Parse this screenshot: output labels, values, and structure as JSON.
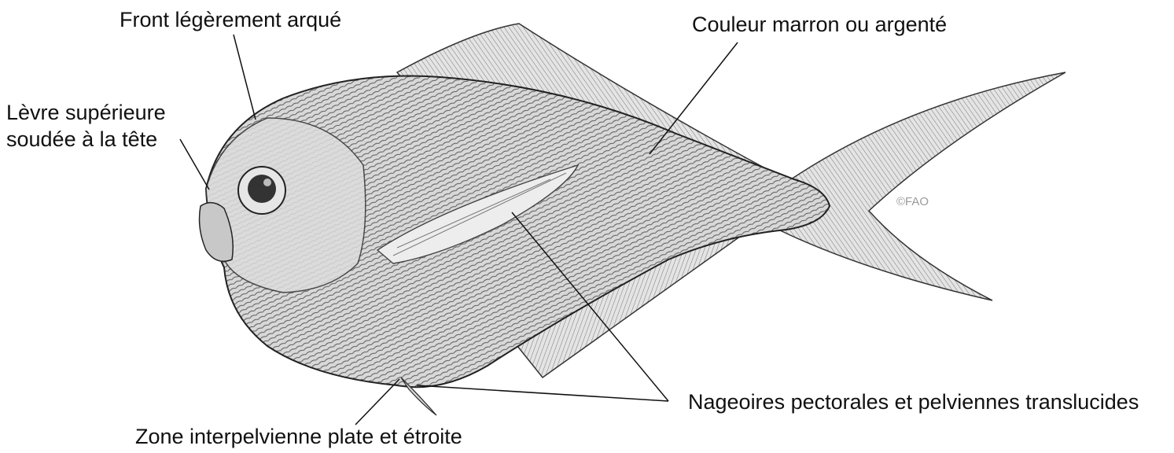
{
  "labels": {
    "front": "Front légèrement arqué",
    "levre_line1": "Lèvre supérieure",
    "levre_line2": "soudée à la tête",
    "couleur": "Couleur marron ou argenté",
    "nageoires": "Nageoires pectorales et pelviennes translucides",
    "zone": "Zone interpelvienne plate et étroite"
  },
  "credit": "©FAO",
  "colors": {
    "ink": "#111111",
    "body_fill": "#cfcfcf",
    "fin_fill": "#bdbdbd",
    "credit": "#9a9a9a"
  }
}
